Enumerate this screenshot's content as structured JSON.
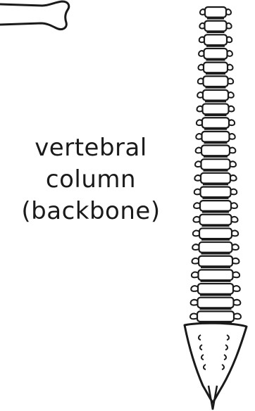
{
  "diagram": {
    "label_lines": [
      "vertebral",
      "column",
      "(backbone)"
    ],
    "ink_color": "#1a1a1a",
    "background": "#ffffff",
    "vertebra_count": 23
  }
}
